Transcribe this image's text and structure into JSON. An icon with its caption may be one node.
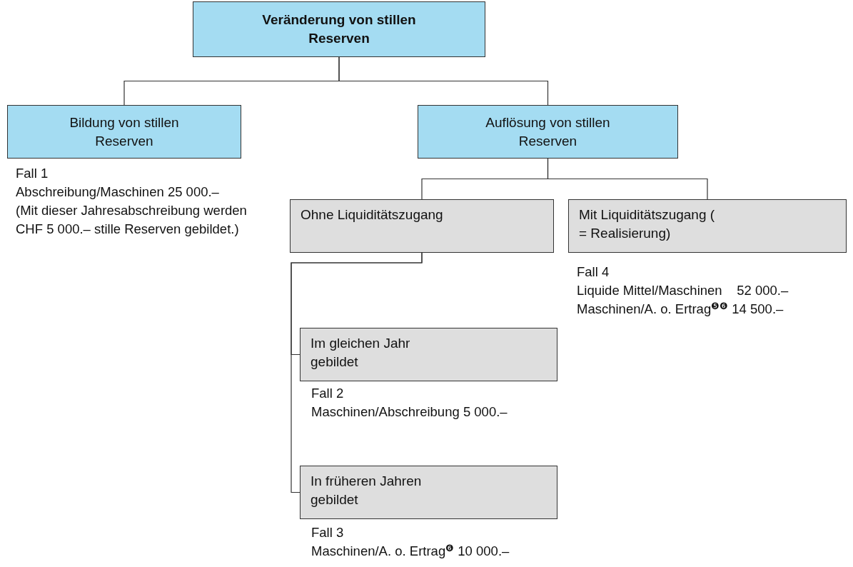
{
  "diagram": {
    "nodes": [
      {
        "text": [
          "Veränderung von stillen Reserven"
        ]
      },
      {
        "text": [
          "Bildung von stillen Reserven"
        ],
        "beside": [
          "Fall 1",
          "Abschreibung/Maschinen 25 000.–",
          "(Mit dieser Jahresabschreibung werden CHF 5 000.– stille Reserven gebildet.)"
        ]
      },
      {
        "text": [
          "Auflösung von stillen Reserven"
        ]
      },
      {
        "text": [
          "Ohne Liquiditätszugang"
        ]
      },
      {
        "text": [
          "Mit Liquiditätszugang ( = Realisierung)"
        ],
        "beside": [
          "Fall 4",
          "Liquide Mittel/Maschinen    52 000.–",
          "Maschinen/A. o. Ertrag$^{❺❻}$ 14 500.–"
        ]
      },
      {
        "text": [
          "Im gleichen Jahr gebildet"
        ],
        "beside": [
          "Fall 2",
          "Maschinen/Abschreibung 5 000.–"
        ]
      },
      {
        "text": [
          "In früheren Jahren gebildet"
        ],
        "beside": [
          "Fall 3",
          "Maschinen/A. o. Ertrag$^{❻}$ 10 000.–"
        ]
      }
    ],
    "edges": [
      {
        "from": 0,
        "to": 1,
        "arrow": "none"
      },
      {
        "from": 0,
        "to": 2,
        "arrow": "none"
      },
      {
        "from": 2,
        "to": 3,
        "arrow": "none"
      },
      {
        "from": 2,
        "to": 4,
        "arrow": "none"
      },
      {
        "from": 3,
        "to": 5,
        "arrow": "none"
      },
      {
        "from": 3,
        "to": 6,
        "arrow": "none"
      }
    ]
  }
}
